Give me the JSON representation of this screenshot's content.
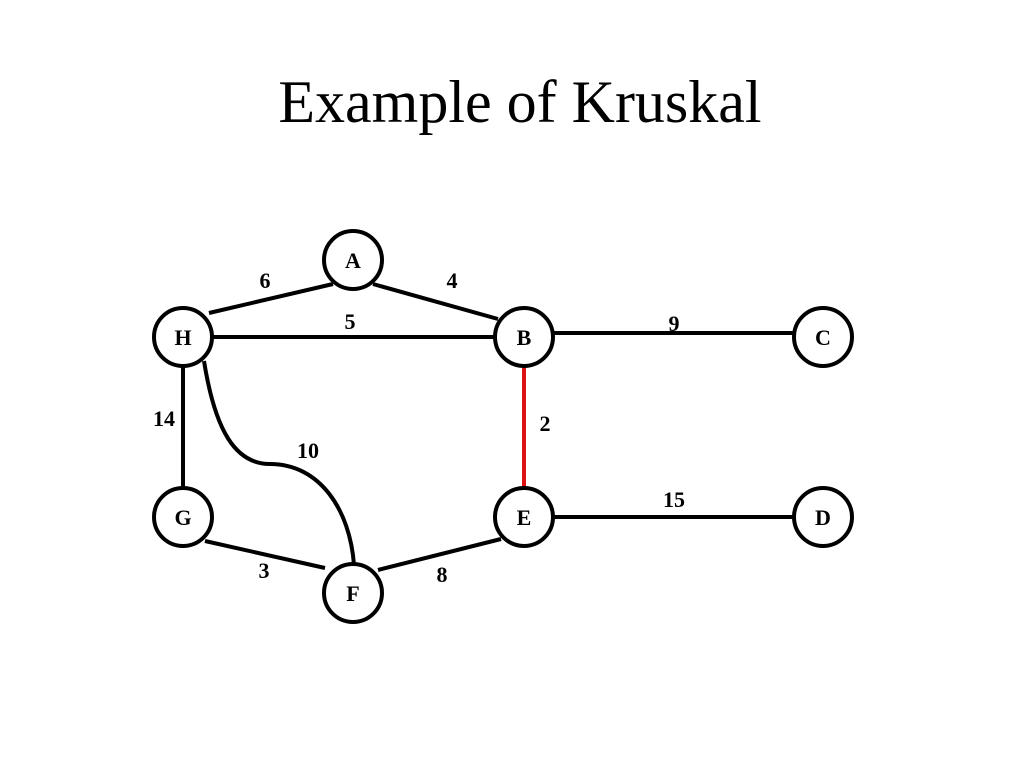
{
  "title": "Example of Kruskal",
  "colors": {
    "edge_default": "#000000",
    "edge_highlight": "#dd1111",
    "node_fill": "#ffffff",
    "node_stroke": "#000000"
  },
  "nodes": [
    {
      "id": "A",
      "label": "A"
    },
    {
      "id": "B",
      "label": "B"
    },
    {
      "id": "C",
      "label": "C"
    },
    {
      "id": "D",
      "label": "D"
    },
    {
      "id": "E",
      "label": "E"
    },
    {
      "id": "F",
      "label": "F"
    },
    {
      "id": "G",
      "label": "G"
    },
    {
      "id": "H",
      "label": "H"
    }
  ],
  "edges": [
    {
      "from": "H",
      "to": "A",
      "weight": "6",
      "highlighted": false
    },
    {
      "from": "A",
      "to": "B",
      "weight": "4",
      "highlighted": false
    },
    {
      "from": "H",
      "to": "B",
      "weight": "5",
      "highlighted": false
    },
    {
      "from": "B",
      "to": "C",
      "weight": "9",
      "highlighted": false
    },
    {
      "from": "B",
      "to": "E",
      "weight": "2",
      "highlighted": true
    },
    {
      "from": "H",
      "to": "G",
      "weight": "14",
      "highlighted": false
    },
    {
      "from": "H",
      "to": "F",
      "weight": "10",
      "highlighted": false
    },
    {
      "from": "G",
      "to": "F",
      "weight": "3",
      "highlighted": false
    },
    {
      "from": "F",
      "to": "E",
      "weight": "8",
      "highlighted": false
    },
    {
      "from": "E",
      "to": "D",
      "weight": "15",
      "highlighted": false
    }
  ]
}
